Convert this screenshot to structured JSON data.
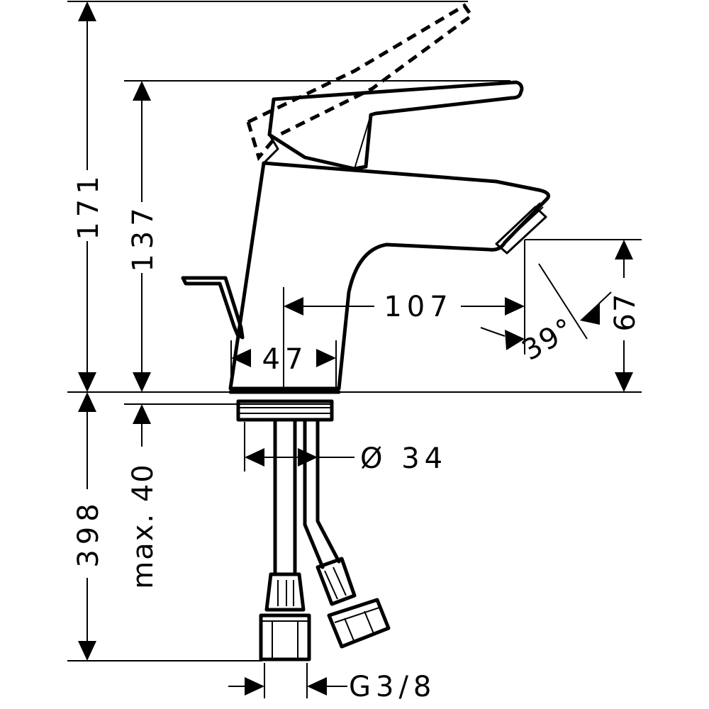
{
  "dimensions": {
    "total_height": "171",
    "spout_height": "137",
    "spout_reach": "107",
    "spray_angle": "39°",
    "outlet_height": "67",
    "base_width": "47",
    "hole_diameter": "Ø 34",
    "hose_length": "398",
    "max_thickness": "max. 40",
    "connection_thread": "G3/8"
  },
  "colors": {
    "line": "#000000",
    "background": "#ffffff"
  }
}
